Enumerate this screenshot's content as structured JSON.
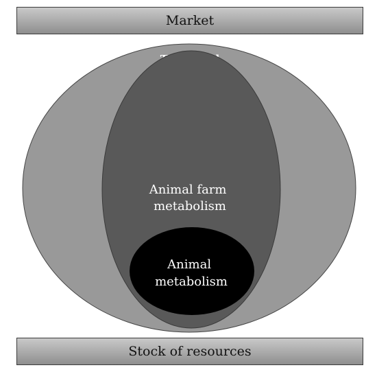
{
  "top_band": {
    "label": "Market"
  },
  "bottom_band": {
    "label": "Stock of resources"
  },
  "outer_ellipse": {
    "label": "Territorial",
    "fill": "#999999"
  },
  "middle_ellipse": {
    "label_lines": [
      "Animal farm",
      "metabolism"
    ],
    "fill": "#595959"
  },
  "inner_ellipse": {
    "label_lines": [
      "Animal",
      "metabolism"
    ],
    "fill": "#000000"
  }
}
